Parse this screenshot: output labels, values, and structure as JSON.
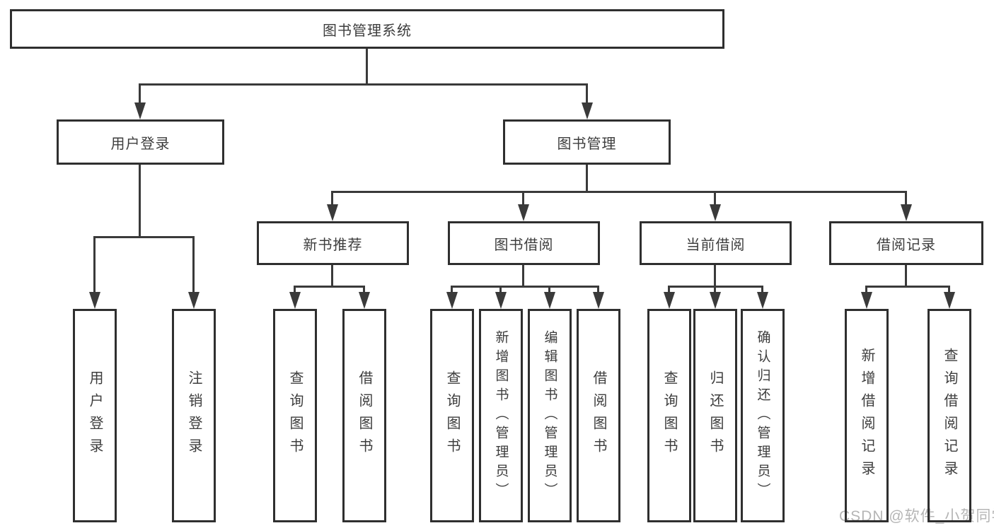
{
  "diagram": {
    "root": {
      "label": "图书管理系统"
    },
    "level2": {
      "user_login": {
        "label": "用户登录"
      },
      "book_mgmt": {
        "label": "图书管理"
      }
    },
    "level3": {
      "new_books": {
        "label": "新书推荐"
      },
      "book_borrow": {
        "label": "图书借阅"
      },
      "current_borrow": {
        "label": "当前借阅"
      },
      "borrow_records": {
        "label": "借阅记录"
      }
    },
    "leaves": {
      "user_login": [
        "用户登录",
        "注销登录"
      ],
      "new_books": [
        "查询图书",
        "借阅图书"
      ],
      "book_borrow": [
        "查询图书",
        "新增图书（管理员）",
        "编辑图书（管理员）",
        "借阅图书"
      ],
      "current_borrow": [
        "查询图书",
        "归还图书",
        "确认归还（管理员）"
      ],
      "borrow_records": [
        "新增借阅记录",
        "查询借阅记录"
      ]
    }
  },
  "watermark": {
    "text": "CSDN @软件_小贺同学"
  },
  "colors": {
    "line": "#3a3a3a",
    "border": "#2f2f2f",
    "text": "#3d3d3d",
    "watermark": "#b5b5b5",
    "background": "#ffffff"
  }
}
